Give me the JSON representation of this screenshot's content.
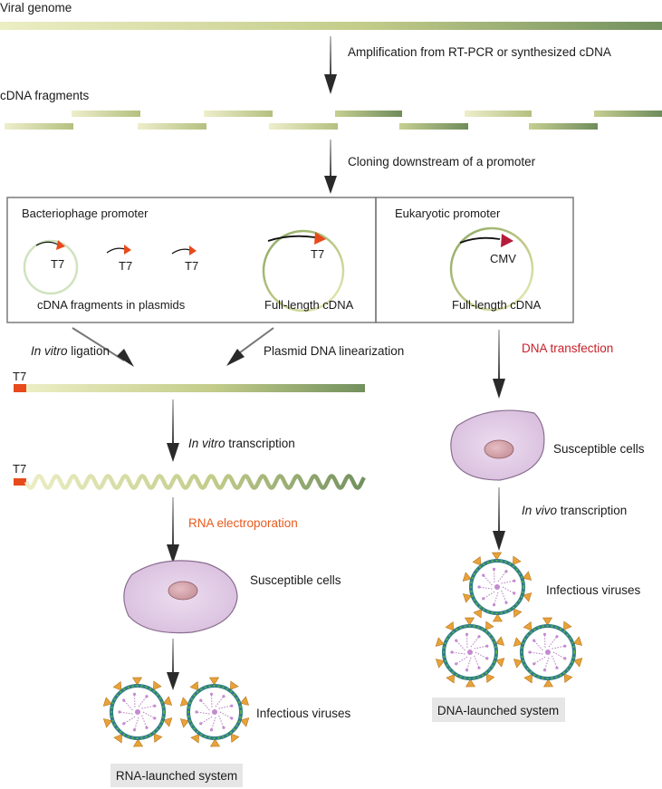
{
  "labels": {
    "viral_genome": "Viral genome",
    "amplification": "Amplification from RT-PCR or synthesized cDNA",
    "cdna_fragments": "cDNA fragments",
    "cloning": "Cloning downstream of a promoter",
    "bacteriophage_promoter": "Bacteriophage promoter",
    "eukaryotic_promoter": "Eukaryotic promoter",
    "t7": "T7",
    "cmv": "CMV",
    "cdna_fragments_in_plasmids": "cDNA fragments in plasmids",
    "full_length_cdna": "Full-length cDNA",
    "in_vitro": "In vitro",
    "ligation": " ligation",
    "plasmid_linearization": "Plasmid DNA linearization",
    "transcription": " transcription",
    "rna_electroporation": "RNA electroporation",
    "dna_transfection": "DNA transfection",
    "susceptible_cells": "Susceptible cells",
    "in_vivo": "In vivo",
    "infectious_viruses": "Infectious viruses",
    "rna_launched": "RNA-launched system",
    "dna_launched": "DNA-launched system"
  },
  "colors": {
    "strand_light": "#eceec0",
    "strand_dark": "#7a9660",
    "promoter": "#e84a1c",
    "cmv_marker": "#b51c3a",
    "red_label": "#c8202a",
    "orange_label": "#e85a1c",
    "cell_fill": "#e3d0e6",
    "nucleus_fill": "#cfa0a8",
    "arrow": "#333333",
    "box_border": "#777777",
    "caption_bg": "#e6e6e6"
  }
}
